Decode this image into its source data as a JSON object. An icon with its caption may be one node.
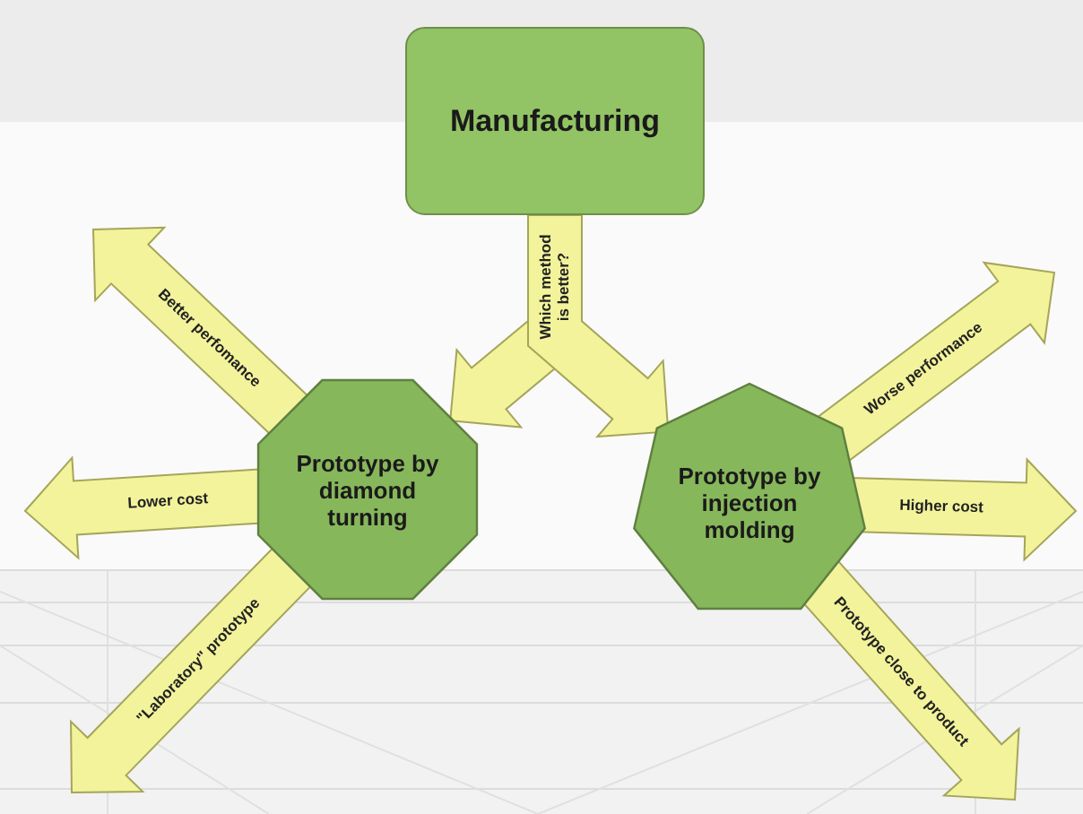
{
  "diagram": {
    "nodes": [
      {
        "text": [
          "Manufacturing"
        ]
      },
      {
        "text": [
          "Prototype by diamond turning"
        ]
      },
      {
        "text": [
          "Prototype by injection molding"
        ]
      }
    ],
    "edges": [
      {
        "from": 0,
        "to": 1,
        "arrow": "to",
        "label": "Which method is better?"
      },
      {
        "from": 0,
        "to": 2,
        "arrow": "to"
      },
      {
        "from": 1,
        "to": null,
        "arrow": "to",
        "label": "Better perfomance"
      },
      {
        "from": 1,
        "to": null,
        "arrow": "to",
        "label": "Lower cost"
      },
      {
        "from": 1,
        "to": null,
        "arrow": "to",
        "label": "\"Laboratory\" prototype"
      },
      {
        "from": 2,
        "to": null,
        "arrow": "to",
        "label": "Worse performance"
      },
      {
        "from": 2,
        "to": null,
        "arrow": "to",
        "label": "Higher cost"
      },
      {
        "from": 2,
        "to": null,
        "arrow": "to",
        "label": "Prototype close to product"
      }
    ]
  }
}
